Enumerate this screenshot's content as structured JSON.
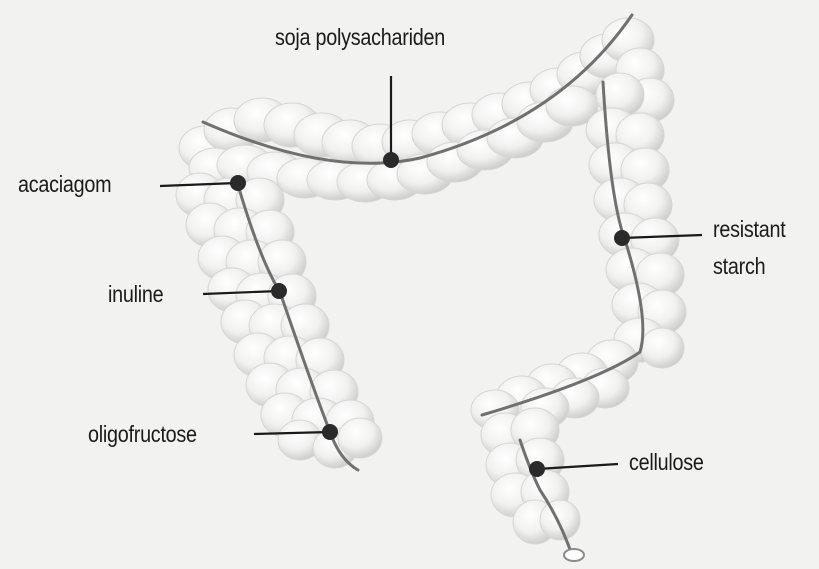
{
  "diagram": {
    "labels": {
      "soja": "soja polysachariden",
      "acaciagom": "acaciagom",
      "inuline": "inuline",
      "oligofructose": "oligofructose",
      "resistant_line1": "resistant",
      "resistant_line2": "starch",
      "cellulose": "cellulose"
    },
    "colors": {
      "background": "#f2f2f1",
      "bead_fill": "#f7f7f6",
      "bead_shadow": "#c9c9c7",
      "leader_line": "#1a1a1a",
      "marker_dot": "#2a2a2a",
      "tube_line": "#6f6f6f",
      "text": "#1b1b1b"
    }
  }
}
